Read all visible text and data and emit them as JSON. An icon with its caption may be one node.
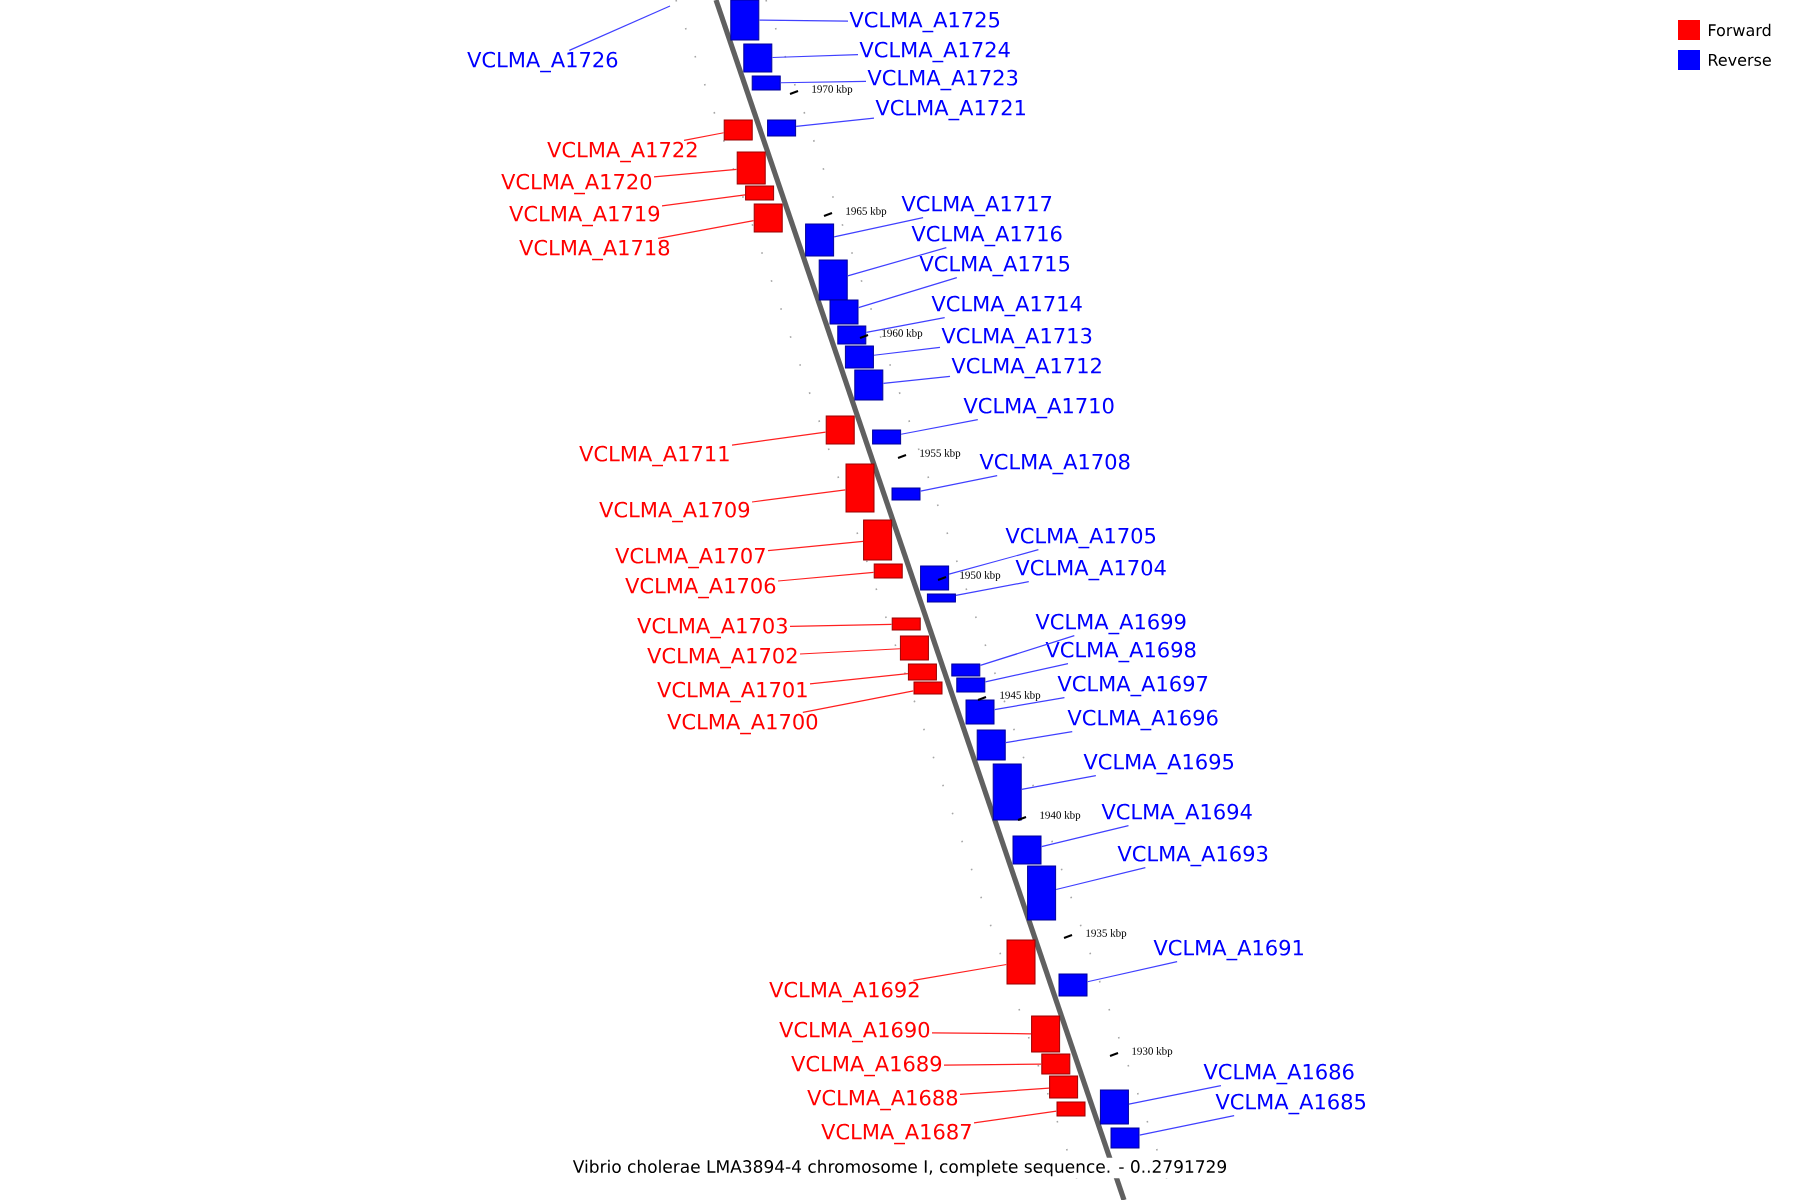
{
  "diagram": {
    "caption": "Vibrio cholerae LMA3894-4 chromosome I, complete sequence. - 0..2791729",
    "nodes": [
      {
        "text": [
          "VCLMA_A1725"
        ]
      },
      {
        "text": [],
        "shape": "box"
      },
      {
        "text": [
          "VCLMA_A1724"
        ]
      },
      {
        "text": [],
        "shape": "box"
      },
      {
        "text": [
          "VCLMA_A1726"
        ]
      },
      {
        "text": [
          "VCLMA_A1723"
        ]
      },
      {
        "text": [],
        "shape": "box"
      },
      {
        "text": [
          "VCLMA_A1721"
        ]
      },
      {
        "text": [],
        "shape": "box"
      },
      {
        "text": [
          "VCLMA_A1722"
        ]
      },
      {
        "text": [],
        "shape": "box"
      },
      {
        "text": [
          "VCLMA_A1720"
        ]
      },
      {
        "text": [],
        "shape": "box"
      },
      {
        "text": [
          "VCLMA_A1717"
        ]
      },
      {
        "text": [],
        "shape": "box"
      },
      {
        "text": [
          "VCLMA_A1719"
        ]
      },
      {
        "text": [],
        "shape": "box"
      },
      {
        "text": [
          "VCLMA_A1716"
        ]
      },
      {
        "text": [],
        "shape": "box"
      },
      {
        "text": [
          "VCLMA_A1718"
        ]
      },
      {
        "text": [],
        "shape": "box"
      },
      {
        "text": [
          "VCLMA_A1715"
        ]
      },
      {
        "text": [],
        "shape": "box"
      },
      {
        "text": [
          "VCLMA_A1714"
        ]
      },
      {
        "text": [],
        "shape": "box"
      },
      {
        "text": [
          "VCLMA_A1713"
        ]
      },
      {
        "text": [],
        "shape": "box"
      },
      {
        "text": [
          "VCLMA_A1712"
        ]
      },
      {
        "text": [],
        "shape": "box"
      },
      {
        "text": [
          "VCLMA_A1710"
        ]
      },
      {
        "text": [],
        "shape": "box"
      },
      {
        "text": [
          "VCLMA_A1711"
        ]
      },
      {
        "text": [],
        "shape": "box"
      },
      {
        "text": [
          "VCLMA_A1708"
        ]
      },
      {
        "text": [],
        "shape": "box"
      },
      {
        "text": [
          "VCLMA_A1709"
        ]
      },
      {
        "text": [],
        "shape": "box"
      },
      {
        "text": [
          "VCLMA_A1705"
        ]
      },
      {
        "text": [],
        "shape": "box"
      },
      {
        "text": [
          "VCLMA_A1707"
        ]
      },
      {
        "text": [],
        "shape": "box"
      },
      {
        "text": [
          "VCLMA_A1704"
        ]
      },
      {
        "text": [],
        "shape": "box"
      },
      {
        "text": [
          "VCLMA_A1706"
        ]
      },
      {
        "text": [],
        "shape": "box"
      },
      {
        "text": [
          "VCLMA_A1699"
        ]
      },
      {
        "text": [],
        "shape": "box"
      },
      {
        "text": [
          "VCLMA_A1703"
        ]
      },
      {
        "text": [],
        "shape": "box"
      },
      {
        "text": [
          "VCLMA_A1698"
        ]
      },
      {
        "text": [],
        "shape": "box"
      },
      {
        "text": [
          "VCLMA_A1702"
        ]
      },
      {
        "text": [],
        "shape": "box"
      },
      {
        "text": [
          "VCLMA_A1697"
        ]
      },
      {
        "text": [],
        "shape": "box"
      },
      {
        "text": [
          "VCLMA_A1701"
        ]
      },
      {
        "text": [],
        "shape": "box"
      },
      {
        "text": [
          "VCLMA_A1696"
        ]
      },
      {
        "text": [],
        "shape": "box"
      },
      {
        "text": [
          "VCLMA_A1700"
        ]
      },
      {
        "text": [],
        "shape": "box"
      },
      {
        "text": [
          "VCLMA_A1695"
        ]
      },
      {
        "text": [],
        "shape": "box"
      },
      {
        "text": [
          "VCLMA_A1694"
        ]
      },
      {
        "text": [],
        "shape": "box"
      },
      {
        "text": [
          "VCLMA_A1693"
        ]
      },
      {
        "text": [],
        "shape": "box"
      },
      {
        "text": [
          "VCLMA_A1691"
        ]
      },
      {
        "text": [],
        "shape": "box"
      },
      {
        "text": [
          "VCLMA_A1692"
        ]
      },
      {
        "text": [],
        "shape": "box"
      },
      {
        "text": [
          "VCLMA_A1690"
        ]
      },
      {
        "text": [],
        "shape": "box"
      },
      {
        "text": [
          "VCLMA_A1689"
        ]
      },
      {
        "text": [],
        "shape": "box"
      },
      {
        "text": [
          "VCLMA_A1686"
        ]
      },
      {
        "text": [],
        "shape": "box"
      },
      {
        "text": [
          "VCLMA_A1688"
        ]
      },
      {
        "text": [],
        "shape": "box"
      },
      {
        "text": [
          "VCLMA_A1685"
        ]
      },
      {
        "text": [],
        "shape": "box"
      },
      {
        "text": [
          "VCLMA_A1687"
        ]
      },
      {
        "text": [],
        "shape": "box"
      }
    ],
    "edges": [
      {
        "from": 0,
        "to": 1,
        "arrow": "none"
      },
      {
        "from": 2,
        "to": 3,
        "arrow": "none"
      },
      {
        "from": 4,
        "to": null,
        "arrow": "none"
      },
      {
        "from": 5,
        "to": 6,
        "arrow": "none"
      },
      {
        "from": 7,
        "to": 8,
        "arrow": "none"
      },
      {
        "from": 9,
        "to": 10,
        "arrow": "none",
        "color": "#ff2020"
      },
      {
        "from": 11,
        "to": 12,
        "arrow": "none",
        "color": "#ff2020"
      },
      {
        "from": 13,
        "to": 14,
        "arrow": "none"
      },
      {
        "from": 15,
        "to": 16,
        "arrow": "none",
        "color": "#ff2020"
      },
      {
        "from": 17,
        "to": 18,
        "arrow": "none"
      },
      {
        "from": 19,
        "to": 20,
        "arrow": "none",
        "color": "#ff2020"
      },
      {
        "from": 21,
        "to": 22,
        "arrow": "none"
      },
      {
        "from": 23,
        "to": 24,
        "arrow": "none"
      },
      {
        "from": 25,
        "to": 26,
        "arrow": "none"
      },
      {
        "from": 27,
        "to": 28,
        "arrow": "none"
      },
      {
        "from": 29,
        "to": 30,
        "arrow": "none"
      },
      {
        "from": 31,
        "to": 32,
        "arrow": "none",
        "color": "#ff2020"
      },
      {
        "from": 33,
        "to": 34,
        "arrow": "none"
      },
      {
        "from": 35,
        "to": 36,
        "arrow": "none",
        "color": "#ff2020"
      },
      {
        "from": 37,
        "to": 38,
        "arrow": "none"
      },
      {
        "from": 39,
        "to": 40,
        "arrow": "none",
        "color": "#ff2020"
      },
      {
        "from": 41,
        "to": 42,
        "arrow": "none"
      },
      {
        "from": 43,
        "to": 44,
        "arrow": "none",
        "color": "#ff2020"
      },
      {
        "from": 45,
        "to": 46,
        "arrow": "none"
      },
      {
        "from": 47,
        "to": 48,
        "arrow": "none",
        "color": "#ff2020"
      },
      {
        "from": 49,
        "to": 50,
        "arrow": "none"
      },
      {
        "from": 51,
        "to": 52,
        "arrow": "none",
        "color": "#ff2020"
      },
      {
        "from": 53,
        "to": 54,
        "arrow": "none"
      },
      {
        "from": 55,
        "to": 56,
        "arrow": "none",
        "color": "#ff2020"
      },
      {
        "from": 57,
        "to": 58,
        "arrow": "none"
      },
      {
        "from": 59,
        "to": 60,
        "arrow": "none",
        "color": "#ff2020"
      },
      {
        "from": 61,
        "to": 62,
        "arrow": "none"
      },
      {
        "from": 63,
        "to": 64,
        "arrow": "none"
      },
      {
        "from": 65,
        "to": 66,
        "arrow": "none"
      },
      {
        "from": 67,
        "to": 68,
        "arrow": "none"
      },
      {
        "from": 69,
        "to": 70,
        "arrow": "none",
        "color": "#ff2020"
      },
      {
        "from": 71,
        "to": 72,
        "arrow": "none",
        "color": "#ff2020"
      },
      {
        "from": 73,
        "to": 74,
        "arrow": "none",
        "color": "#ff2020"
      },
      {
        "from": 75,
        "to": 76,
        "arrow": "none"
      },
      {
        "from": 77,
        "to": 78,
        "arrow": "none",
        "color": "#ff2020"
      },
      {
        "from": 79,
        "to": 80,
        "arrow": "none"
      },
      {
        "from": 81,
        "to": 82,
        "arrow": "none",
        "color": "#ff2020"
      }
    ],
    "labels": [
      "1970 kbp",
      "1965 kbp",
      "1960 kbp",
      "1955 kbp",
      "1950 kbp",
      "1945 kbp",
      "1940 kbp",
      "1935 kbp",
      "1930 kbp"
    ],
    "legend": [
      {
        "text": "Forward",
        "color": "#ff0000"
      },
      {
        "text": "Reverse",
        "color": "#0000ff"
      }
    ]
  }
}
